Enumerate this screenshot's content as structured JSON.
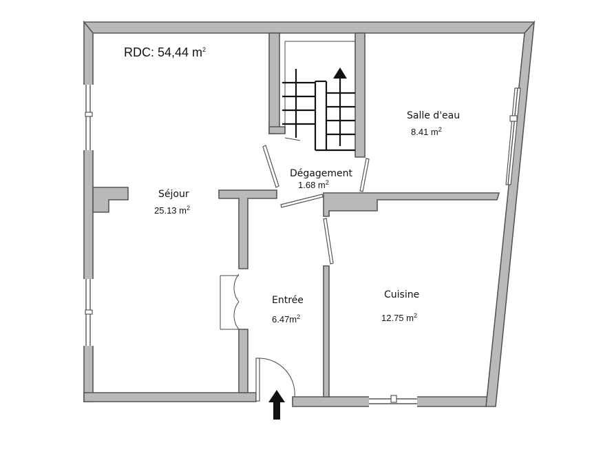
{
  "plan": {
    "title": "RDC: 54,44 m",
    "title_sup": "2",
    "colors": {
      "wall_fill": "#b9b9b9",
      "wall_stroke": "#555555",
      "arrow": "#111111"
    },
    "rooms": {
      "sejour": {
        "name": "Séjour",
        "area": "25.13 m",
        "sup": "2"
      },
      "salle_eau": {
        "name": "Salle d'eau",
        "area": "8.41 m",
        "sup": "2"
      },
      "degagement": {
        "name": "Dégagement",
        "area": "1.68 m",
        "sup": "2"
      },
      "entree": {
        "name": "Entrée",
        "area": "6.47m",
        "sup": "2"
      },
      "cuisine": {
        "name": "Cuisine",
        "area": "12.75 m",
        "sup": "2"
      }
    },
    "icons": {
      "stairs": "stairs-up-arrow-icon",
      "entry": "entry-arrow-icon"
    }
  }
}
